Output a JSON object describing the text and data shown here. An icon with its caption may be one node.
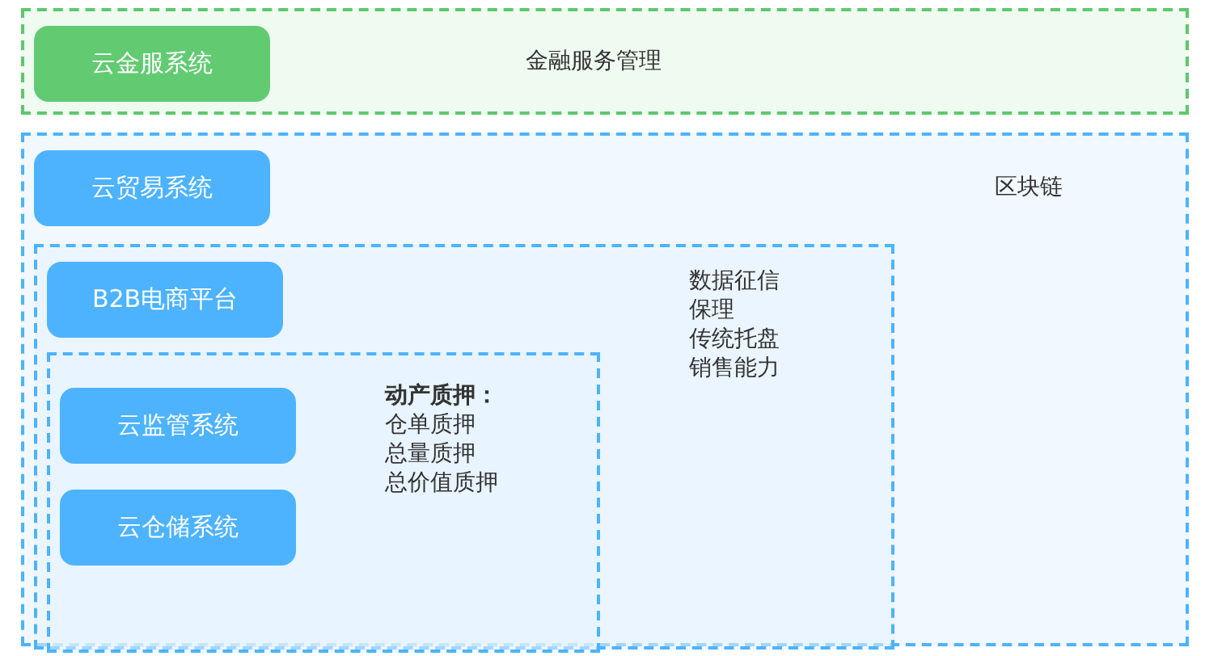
{
  "diagram": {
    "nodes": [
      {
        "text": [
          "金融服务管理"
        ]
      },
      {
        "text": [
          "云金服系统"
        ],
        "in": 0
      },
      {
        "text": [
          "区块链"
        ]
      },
      {
        "text": [
          "云贸易系统"
        ],
        "in": 2
      },
      {
        "text": [
          "数据征信",
          "保理",
          "传统托盘",
          "销售能力"
        ],
        "in": 2
      },
      {
        "text": [
          "B2B电商平台"
        ],
        "in": 4
      },
      {
        "text": [
          "动产质押：",
          "仓单质押",
          "总量质押",
          "总价值质押"
        ],
        "in": 4
      },
      {
        "text": [
          "云监管系统"
        ],
        "in": 6
      },
      {
        "text": [
          "云仓储系统"
        ],
        "in": 6
      }
    ]
  }
}
